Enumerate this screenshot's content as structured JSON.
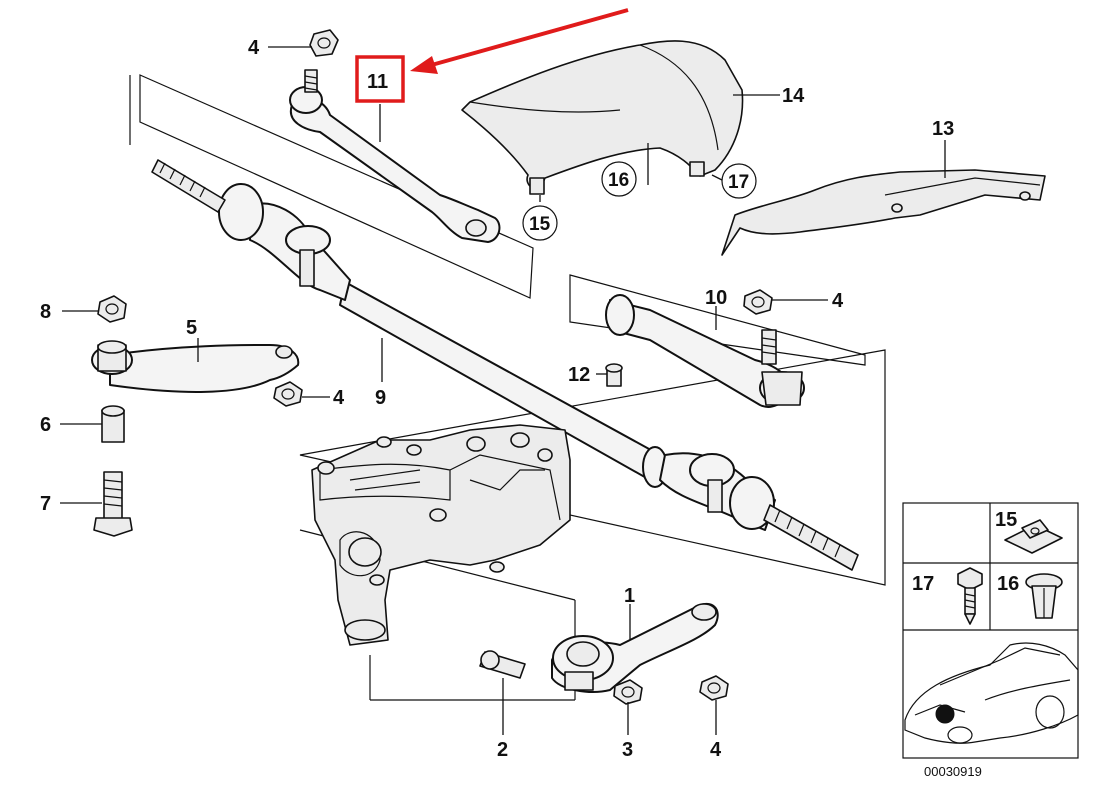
{
  "callouts": {
    "c4_top": "4",
    "c11": "11",
    "c14": "14",
    "c13": "13",
    "c16": "16",
    "c17": "17",
    "c15": "15",
    "c8": "8",
    "c5": "5",
    "c4_left": "4",
    "c9": "9",
    "c6": "6",
    "c7": "7",
    "c10": "10",
    "c4_right": "4",
    "c12": "12",
    "c1": "1",
    "c2": "2",
    "c3": "3",
    "c4_bottom": "4"
  },
  "inset": {
    "c15": "15",
    "c17": "17",
    "c16": "16"
  },
  "reference_number": "00030919",
  "colors": {
    "highlight": "#e01b1b",
    "line": "#111111"
  }
}
